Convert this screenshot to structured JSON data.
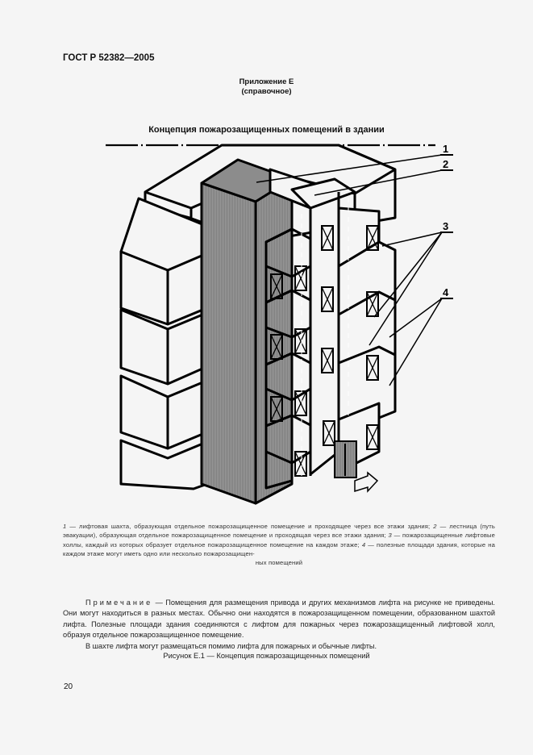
{
  "header": {
    "standard": "ГОСТ Р 52382—2005"
  },
  "annex": {
    "title": "Приложение Е",
    "subtitle": "(справочное)"
  },
  "figure": {
    "title": "Концепция пожарозащищенных помещений в здании",
    "callouts": [
      "1",
      "2",
      "3",
      "4"
    ],
    "colors": {
      "shaft": "#8f8f8f",
      "lines": "#000000",
      "background": "#f5f5f5"
    },
    "legend": {
      "i1": "1",
      "t1": " — лифтовая шахта, образующая отдельное пожарозащищенное помещение и проходящее через все этажи здания; ",
      "i2": "2",
      "t2": " — лестница (путь эвакуации), образующая отдельное пожарозащищенное помещение и проходящая через все этажи здания; ",
      "i3": "3",
      "t3": " — пожарозащищенные лифтовые холлы, каждый из которых образует отдельное пожарозащищенное помещение на каждом этаже; ",
      "i4": "4",
      "t4": " — полезные площади здания, которые на каждом этаже могут иметь одно или несколько пожарозащищен-",
      "t5": "ных помещений"
    },
    "caption": "Рисунок Е.1 — Концепция пожарозащищенных помещений"
  },
  "note": {
    "label": "Примечание",
    "p1": " — Помещения для размещения привода и других механизмов лифта на рисунке не приведены. Они могут находиться в разных местах. Обычно они находятся в пожарозащищенном помещении, образованном шахтой лифта. Полезные площади здания соединяются с лифтом для пожарных через пожарозащищенный лифтовой холл, образуя отдельное пожарозащищенное помещение.",
    "p2": "В шахте лифта могут размещаться помимо лифта для пожарных и обычные лифты."
  },
  "page": {
    "number": "20"
  }
}
